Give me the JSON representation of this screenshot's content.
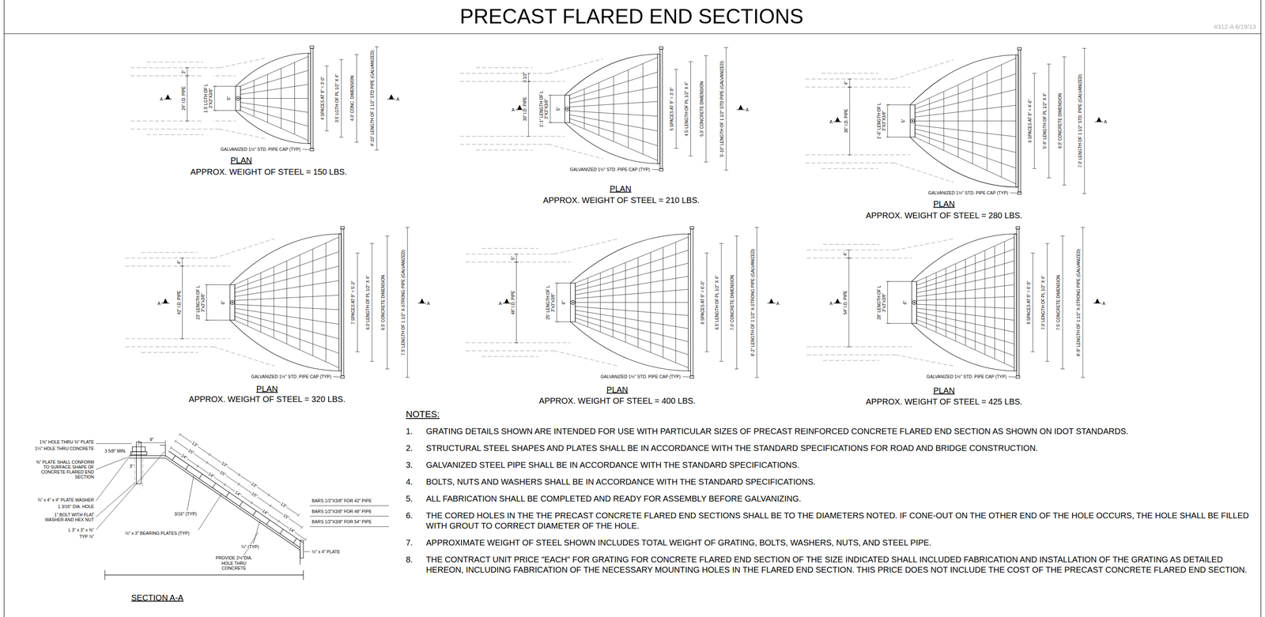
{
  "diagram": {
    "title": "PRECAST FLARED END SECTIONS",
    "labels": [
      "#312-A 6/19/13",
      "3\"",
      "24\" I.D. PIPE",
      "1.5' LGTH OF L 3\"X3\"X3/8\"",
      "5\"",
      "4 SPACES AT 9\" = 3'-0\"",
      "3.5' LGTH OF PL 1/2\" X 4\"",
      "4.0' CONC. DIMENSION",
      "4'-10\" LENGTH OF 1 1/2\" STD PIPE (GALVANIZED)",
      "A",
      "A",
      "GALVANIZED 1½\" STD. PIPE CAP (TYP)",
      "PLAN",
      "APPROX. WEIGHT OF STEEL = 150 LBS.",
      "3 1/2\"",
      "30\" I.D. PIPE",
      "1'-1\" LENGTH OF L 3\"X3\"X3/8\"",
      "5\"",
      "5 SPACES AT 9\" = 3'-9\"",
      "4.5' LENGTH OF PL 1/2\" X 4\"",
      "5.0' CONCRETE DIMENSION",
      "5'-10\" LENGTH OF 1 1/2\" STD PIPE (GALVANIZED)",
      "A",
      "A",
      "GALVANIZED 1½\" STD. PIPE CAP (TYP)",
      "PLAN",
      "APPROX. WEIGHT OF STEEL = 210 LBS.",
      "4\"",
      "36\" I.D. PIPE",
      "1'-6\" LENGTH OF L 3\"X3\"X3/8\"",
      "5\"",
      "6 SPACES AT 9\" = 4'-6\"",
      "5'-4\" LENGTH OF PL 1/2\" X 4\"",
      "6.0' CONCRETE DIMENSION",
      "7.0' LENGTH OF 1 1/2\" STD. PIPE (GALVANIZED)",
      "A",
      "A",
      "GALVANIZED 1½\" STD. PIPE CAP (TYP)",
      "PLAN",
      "APPROX. WEIGHT OF STEEL = 280 LBS.",
      "4\"",
      "42\" I.D. PIPE",
      "23\" LENGTH OF L 3\"x3\"x3/8\"",
      "6\"",
      "7 SPACES AT 9\" = 5'-3\"",
      "6.0' LENGTH OF PL 1/2\" X 4\"",
      "6.5' CONCRETE DIMENSION",
      "7.5' LENGTH OF 1 1/2\" X-STRONG PIPE (GALVANIZED)",
      "A",
      "A",
      "GALVANIZED 1½\" STD. PIPE CAP (TYP)",
      "PLAN",
      "APPROX. WEIGHT OF STEEL = 320 LBS.",
      "5\"",
      "48\" I.D. PIPE",
      "25\" LENGTH OF L 3\"x3\"x3/8\"",
      "6\"",
      "8 SPACES AT 9\" = 6'-0\"",
      "6.5' LENGTH OF PL 1/2\" X 4\"",
      "7.0' CONCRETE DIMENSION",
      "8'-2\" LENGTH OF 1 1/2\" X-STRONG PIPE (GALVANIZED)",
      "A",
      "A",
      "GALVANIZED 1½\" STD. PIPE CAP (TYP)",
      "PLAN",
      "APPROX. WEIGHT OF STEEL = 400 LBS.",
      "4\"",
      "54\" I.D. PIPE",
      "28\" LENGTH OF L 3\"x3\"x3/8\"",
      "6\"",
      "9 SPACES AT 9\" = 6'-9\"",
      "7.0' LENGTH OF PL 1/2\" X 4\"",
      "7.5' CONCRETE DIMENSION",
      "8'-9\" LENGTH OF 1 1/2\" X-STRONG PIPE (GALVANIZED)",
      "A",
      "A",
      "GALVANIZED 1½\" STD. PIPE CAP (TYP)",
      "PLAN",
      "APPROX. WEIGHT OF STEEL = 425 LBS.",
      "1⅝\" HOLE THRU ⅜\" PLATE",
      "1¼\" HOLE THRU CONCRETE",
      "9\"",
      "3 5/8\" MIN.",
      "3\"",
      "⅜\" PLATE SHALL CONFORM TO SURFACE SHAPE OF CONCRETE FLARED END SECTION",
      "⅞\" x 4\" x 4\" PLATE WASHER",
      "1 3/16\" DIA. HOLE",
      "1\" BOLT WITH FLAT WASHER AND HEX NUT",
      "L 3\" x 3\" x ⅜\"",
      "TYP ⅞\"",
      "3/16\" (TYP)",
      "½\" x 3\" BEARING PLATES (TYP)",
      "¼\" (TYP)",
      "½\" x 4\" PLATE",
      "PROVIDE 2½\"DIA. HOLE THRU CONCRETE",
      "SECTION A-A",
      "BARS 1/2\"X3/8\" FOR 42\" PIPE",
      "BARS 1/2\"X3/8\" FOR 48\" PIPE",
      "BARS 1/2\"X3/8\" FOR 54\" PIPE",
      "13\"",
      "13\"",
      "13\"",
      "13\"",
      "15\"",
      "15\"",
      "15\"",
      "15\"",
      "14\"",
      "14\"",
      "14\"",
      "14\"",
      "14\"",
      "NOTES:",
      "1.",
      "GRATING DETAILS SHOWN ARE INTENDED FOR USE WITH PARTICULAR SIZES OF PRECAST REINFORCED CONCRETE FLARED END SECTION AS SHOWN ON IDOT STANDARDS.",
      "2.",
      "STRUCTURAL STEEL SHAPES AND PLATES SHALL BE IN ACCORDANCE WITH THE STANDARD SPECIFICATIONS FOR ROAD AND BRIDGE CONSTRUCTION.",
      "3.",
      "GALVANIZED STEEL PIPE SHALL BE IN ACCORDANCE WITH THE STANDARD SPECIFICATIONS.",
      "4.",
      "BOLTS, NUTS AND WASHERS SHALL BE IN ACCORDANCE WITH THE STANDARD SPECIFICATIONS.",
      "5.",
      "ALL FABRICATION SHALL BE COMPLETED AND READY FOR ASSEMBLY BEFORE GALVANIZING.",
      "6.",
      "THE CORED HOLES IN THE THE PRECAST CONCRETE FLARED END SECTIONS SHALL BE TO THE DIAMETERS NOTED. IF CONE-OUT ON THE OTHER END OF THE HOLE OCCURS, THE HOLE SHALL BE FILLED WITH GROUT TO CORRECT DIAMETER OF THE HOLE.",
      "7.",
      "APPROXIMATE WEIGHT OF STEEL SHOWN INCLUDES TOTAL WEIGHT OF GRATING, BOLTS, WASHERS, NUTS, AND STEEL PIPE.",
      "8.",
      "THE CONTRACT UNIT PRICE \"EACH\" FOR GRATING FOR CONCRETE FLARED END SECTION OF THE SIZE INDICATED SHALL INCLUDED FABRICATION AND INSTALLATION OF THE GRATING AS DETAILED HEREON, INCLUDING FABRICATION OF THE NECESSARY MOUNTING HOLES IN THE FLARED END SECTION. THIS PRICE DOES NOT INCLUDE THE COST OF THE PRECAST CONCRETE FLARED END SECTION."
    ]
  }
}
